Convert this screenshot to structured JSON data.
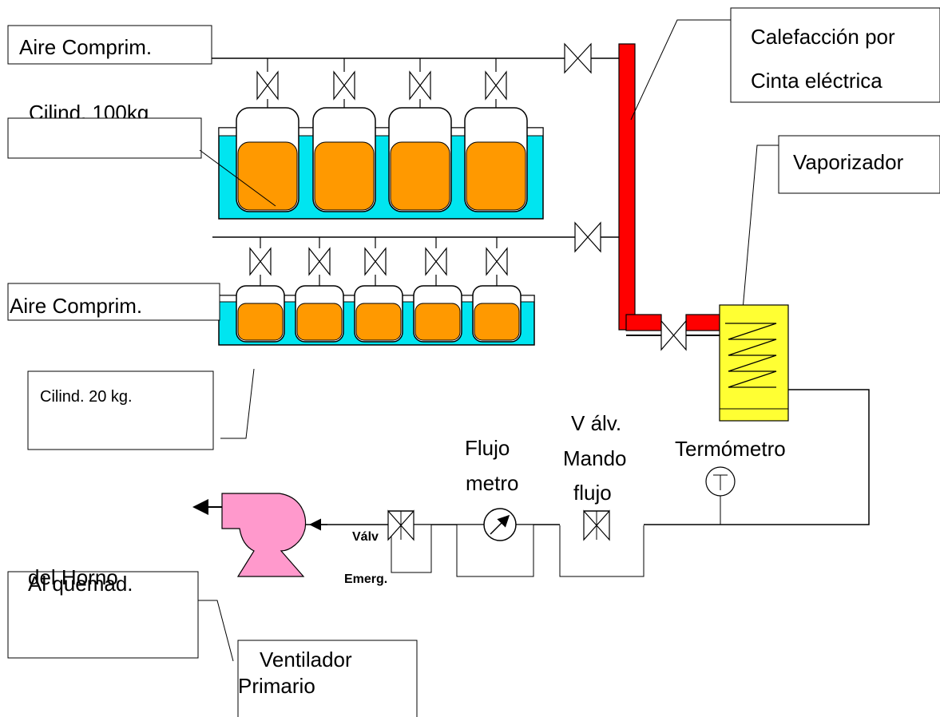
{
  "labels": {
    "aire_comprim_top": "Aire Comprim.",
    "cilind_100": "Cilind. 100kg",
    "calefaccion_line1": "Calefacción por",
    "calefaccion_line2": "Cinta eléctrica",
    "vaporizador": "Vaporizador",
    "aire_comprim_bottom": "Aire Comprim.",
    "cilind_20": "Cilind. 20 kg.",
    "valv_mando_line1": "V álv.",
    "valv_mando_line2": "Mando",
    "valv_mando_line3": "flujo",
    "flujometro_line1": "Flujo",
    "flujometro_line2": "metro",
    "termometro": "Termómetro",
    "valv_emerg_line1": "Válv",
    "valv_emerg_line2": "Emerg.",
    "horno_line1": "del Horno",
    "horno_line2": "Al quemad.",
    "ventilador_line1": "Ventilador",
    "ventilador_line2": "Primario"
  },
  "colors": {
    "water": "#00e5f0",
    "cylinder_content": "#ff9900",
    "heating_tape": "#ff0000",
    "vaporizer": "#ffff33",
    "fan": "#ff99cc"
  }
}
